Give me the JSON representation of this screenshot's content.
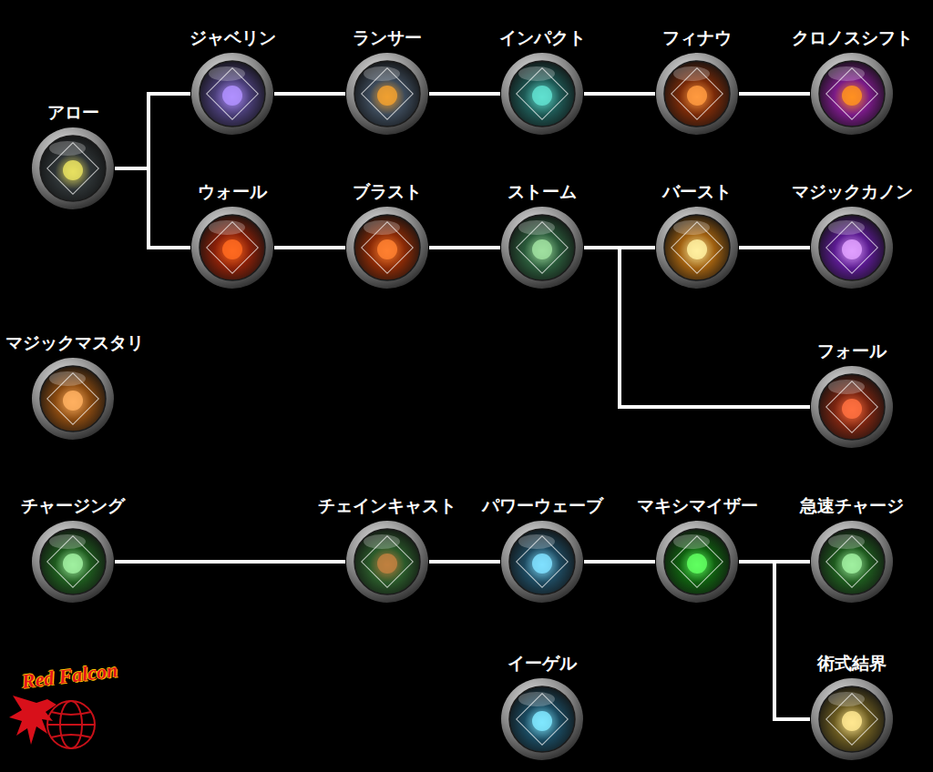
{
  "diagram": {
    "nodes": [
      {
        "text": [
          "アロー"
        ]
      },
      {
        "text": [
          "ジャベリン"
        ]
      },
      {
        "text": [
          "ランサー"
        ]
      },
      {
        "text": [
          "インパクト"
        ]
      },
      {
        "text": [
          "フィナウ"
        ]
      },
      {
        "text": [
          "クロノスシフト"
        ]
      },
      {
        "text": [
          "ウォール"
        ]
      },
      {
        "text": [
          "ブラスト"
        ]
      },
      {
        "text": [
          "ストーム"
        ]
      },
      {
        "text": [
          "バースト"
        ]
      },
      {
        "text": [
          "マジックカノン"
        ]
      },
      {
        "text": [
          "マジックマスタリ"
        ]
      },
      {
        "text": [
          "フォール"
        ]
      },
      {
        "text": [
          "チャージング"
        ]
      },
      {
        "text": [
          "チェインキャスト"
        ]
      },
      {
        "text": [
          "パワーウェーブ"
        ]
      },
      {
        "text": [
          "マキシマイザー"
        ]
      },
      {
        "text": [
          "急速チャージ"
        ]
      },
      {
        "text": [
          "イーゲル"
        ]
      },
      {
        "text": [
          "術式結界"
        ]
      }
    ],
    "edges": [
      {
        "from": 0,
        "to": 1,
        "arrow": "none"
      },
      {
        "from": 0,
        "to": 6,
        "arrow": "none"
      },
      {
        "from": 1,
        "to": 2,
        "arrow": "none"
      },
      {
        "from": 2,
        "to": 3,
        "arrow": "none"
      },
      {
        "from": 3,
        "to": 4,
        "arrow": "none"
      },
      {
        "from": 4,
        "to": 5,
        "arrow": "none"
      },
      {
        "from": 6,
        "to": 7,
        "arrow": "none"
      },
      {
        "from": 7,
        "to": 8,
        "arrow": "none"
      },
      {
        "from": 8,
        "to": 9,
        "arrow": "none"
      },
      {
        "from": 9,
        "to": 10,
        "arrow": "none"
      },
      {
        "from": 8,
        "to": 12,
        "arrow": "none"
      },
      {
        "from": 13,
        "to": 14,
        "arrow": "none"
      },
      {
        "from": 14,
        "to": 15,
        "arrow": "none"
      },
      {
        "from": 15,
        "to": 16,
        "arrow": "none"
      },
      {
        "from": 16,
        "to": 17,
        "arrow": "none"
      },
      {
        "from": 16,
        "to": 19,
        "arrow": "none"
      }
    ],
    "labels": [
      "Red Falcon"
    ]
  }
}
